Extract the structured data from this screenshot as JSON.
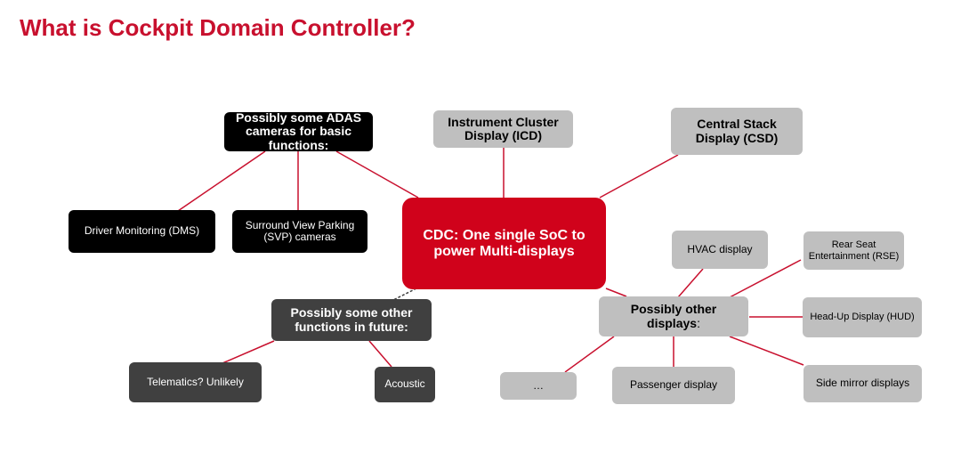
{
  "title": "What is Cockpit Domain Controller?",
  "nodes": {
    "cdc": "CDC: One single SoC to power Multi-displays",
    "adas": "Possibly some ADAS cameras for basic functions:",
    "dms": "Driver Monitoring (DMS)",
    "svp": "Surround View Parking (SVP) cameras",
    "icd": "Instrument Cluster Display (ICD)",
    "csd": "Central Stack Display (CSD)",
    "other_functions": "Possibly some other functions in future:",
    "telematics": "Telematics? Unlikely",
    "acoustic": "Acoustic",
    "other_displays": "Possibly other displays",
    "other_displays_suffix": ":",
    "hvac": "HVAC display",
    "rse": "Rear Seat Entertainment (RSE)",
    "hud": "Head-Up Display (HUD)",
    "side_mirror": "Side mirror displays",
    "passenger": "Passenger display",
    "ellipsis": "…"
  },
  "colors": {
    "title": "#c8102e",
    "cdc": "#d0021b",
    "connector": "#c8102e",
    "black_box": "#000000",
    "dark_box": "#404040",
    "gray_box": "#bfbfbf"
  }
}
